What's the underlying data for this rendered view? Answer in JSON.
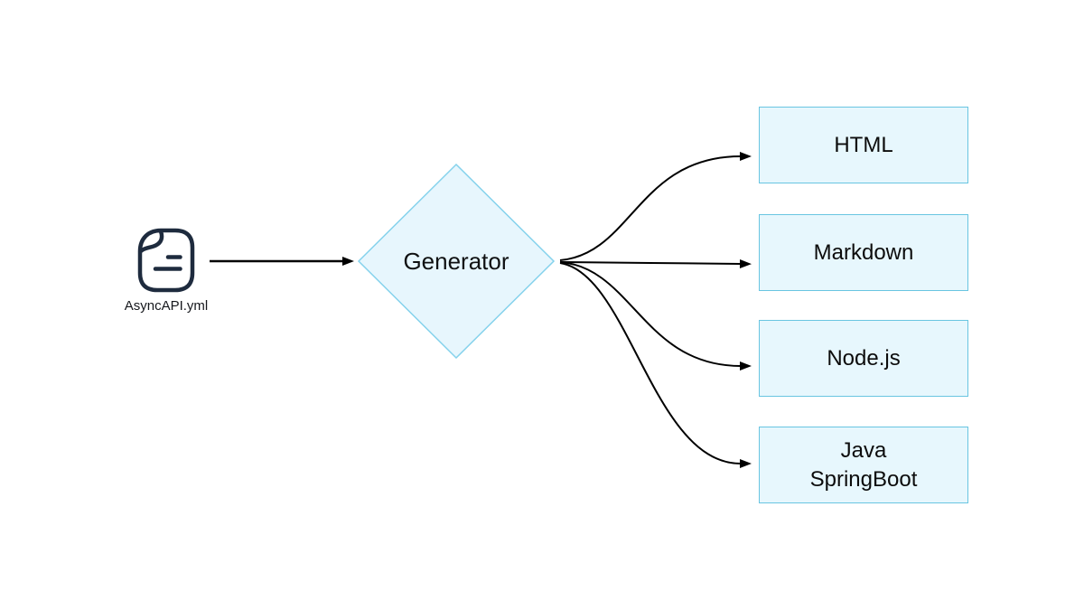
{
  "source": {
    "label": "AsyncAPI.yml",
    "icon": "file-icon"
  },
  "generator": {
    "label": "Generator"
  },
  "outputs": [
    {
      "label": "HTML"
    },
    {
      "label": "Markdown"
    },
    {
      "label": "Node.js"
    },
    {
      "label": "Java\nSpringBoot"
    }
  ],
  "colors": {
    "node_fill": "#e7f6fd",
    "diamond_border": "#85d2ec",
    "box_border": "#69c5e1",
    "arrow": "#000000",
    "file_icon_stroke": "#1e2b3e",
    "text": "#0d0d0d"
  }
}
